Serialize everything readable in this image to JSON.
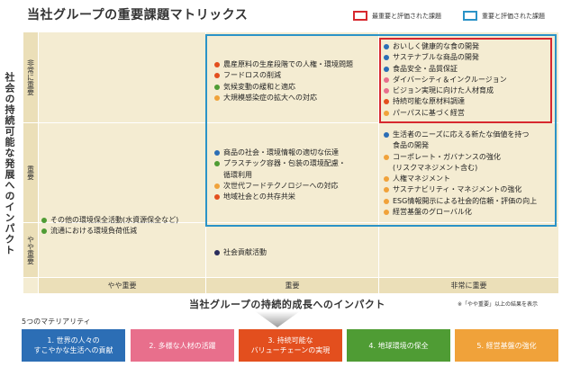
{
  "title": "当社グループの重要課題マトリックス",
  "legend": {
    "red": "最重要と評価された課題",
    "blue": "重要と評価された課題"
  },
  "y_axis": {
    "label": "社会の持続可能な発展へのインパクト",
    "rows": [
      "非常に重要",
      "重要",
      "やや重要"
    ]
  },
  "x_axis": {
    "label": "当社グループの持続的成長へのインパクト",
    "cols": [
      "やや重要",
      "重要",
      "非常に重要"
    ],
    "note": "※「やや重要」以上の結果を表示"
  },
  "colors": {
    "m1": "#2c6eb5",
    "m2": "#e86f8c",
    "m3": "#e34f1e",
    "m4": "#4f9c34",
    "m5": "#f0a23a",
    "navy": "#2a2d5c",
    "red_box": "#d7282f",
    "blue_box": "#2b93c7"
  },
  "cells": {
    "top_right": [
      {
        "m": "m1",
        "lines": [
          "おいしく健康的な食の開発"
        ]
      },
      {
        "m": "m1",
        "lines": [
          "サステナブルな商品の開発"
        ]
      },
      {
        "m": "m1",
        "lines": [
          "食品安全・品質保証"
        ]
      },
      {
        "m": "m2",
        "lines": [
          "ダイバーシティ＆インクルージョン"
        ]
      },
      {
        "m": "m2",
        "lines": [
          "ビジョン実現に向けた人材育成"
        ]
      },
      {
        "m": "m3",
        "lines": [
          "持続可能な原材料調達"
        ]
      },
      {
        "m": "m5",
        "lines": [
          "パーパスに基づく経営"
        ]
      }
    ],
    "top_mid": [
      {
        "m": "m3",
        "lines": [
          "農産原料の生産段階での人権・環境問題"
        ]
      },
      {
        "m": "m3",
        "lines": [
          "フードロスの削減"
        ]
      },
      {
        "m": "m4",
        "lines": [
          "気候変動の緩和と適応"
        ]
      },
      {
        "m": "m5",
        "lines": [
          "大規模感染症の拡大への対応"
        ]
      }
    ],
    "mid_right": [
      {
        "m": "m1",
        "lines": [
          "生活者のニーズに応える新たな価値を持つ",
          "食品の開発"
        ]
      },
      {
        "m": "m5",
        "lines": [
          "コーポレート・ガバナンスの強化",
          "(リスクマネジメント含む)"
        ]
      },
      {
        "m": "m5",
        "lines": [
          "人権マネジメント"
        ]
      },
      {
        "m": "m5",
        "lines": [
          "サステナビリティ・マネジメントの強化"
        ]
      },
      {
        "m": "m5",
        "lines": [
          "ESG情報開示による社会的信頼・評価の向上"
        ]
      },
      {
        "m": "m5",
        "lines": [
          "経営基盤のグローバル化"
        ]
      }
    ],
    "mid_mid": [
      {
        "m": "m1",
        "lines": [
          "商品の社会・環境情報の適切な伝達"
        ]
      },
      {
        "m": "m4",
        "lines": [
          "プラスチック容器・包装の環境配慮・",
          "循環利用"
        ]
      },
      {
        "m": "m5",
        "lines": [
          "次世代フードテクノロジーへの対応"
        ]
      },
      {
        "m": "m3",
        "lines": [
          "地域社会との共存共栄"
        ]
      }
    ],
    "bot_left": [
      {
        "m": "m4",
        "lines": [
          "その他の環境保全活動(水資源保全など)"
        ]
      },
      {
        "m": "m4",
        "lines": [
          "流通における環境負荷低減"
        ]
      }
    ],
    "bot_mid": [
      {
        "m": "navy",
        "lines": [
          "社会貢献活動"
        ]
      }
    ]
  },
  "materiality": {
    "title": "5つのマテリアリティ",
    "items": [
      {
        "lines": [
          "1. 世界の人々の",
          "すこやかな生活への貢献"
        ],
        "color": "#2c6eb5"
      },
      {
        "lines": [
          "2. 多様な人材の活躍"
        ],
        "color": "#e86f8c"
      },
      {
        "lines": [
          "3. 持続可能な",
          "バリューチェーンの実現"
        ],
        "color": "#e34f1e"
      },
      {
        "lines": [
          "4. 地球環境の保全"
        ],
        "color": "#4f9c34"
      },
      {
        "lines": [
          "5. 経営基盤の強化"
        ],
        "color": "#f0a23a"
      }
    ]
  }
}
